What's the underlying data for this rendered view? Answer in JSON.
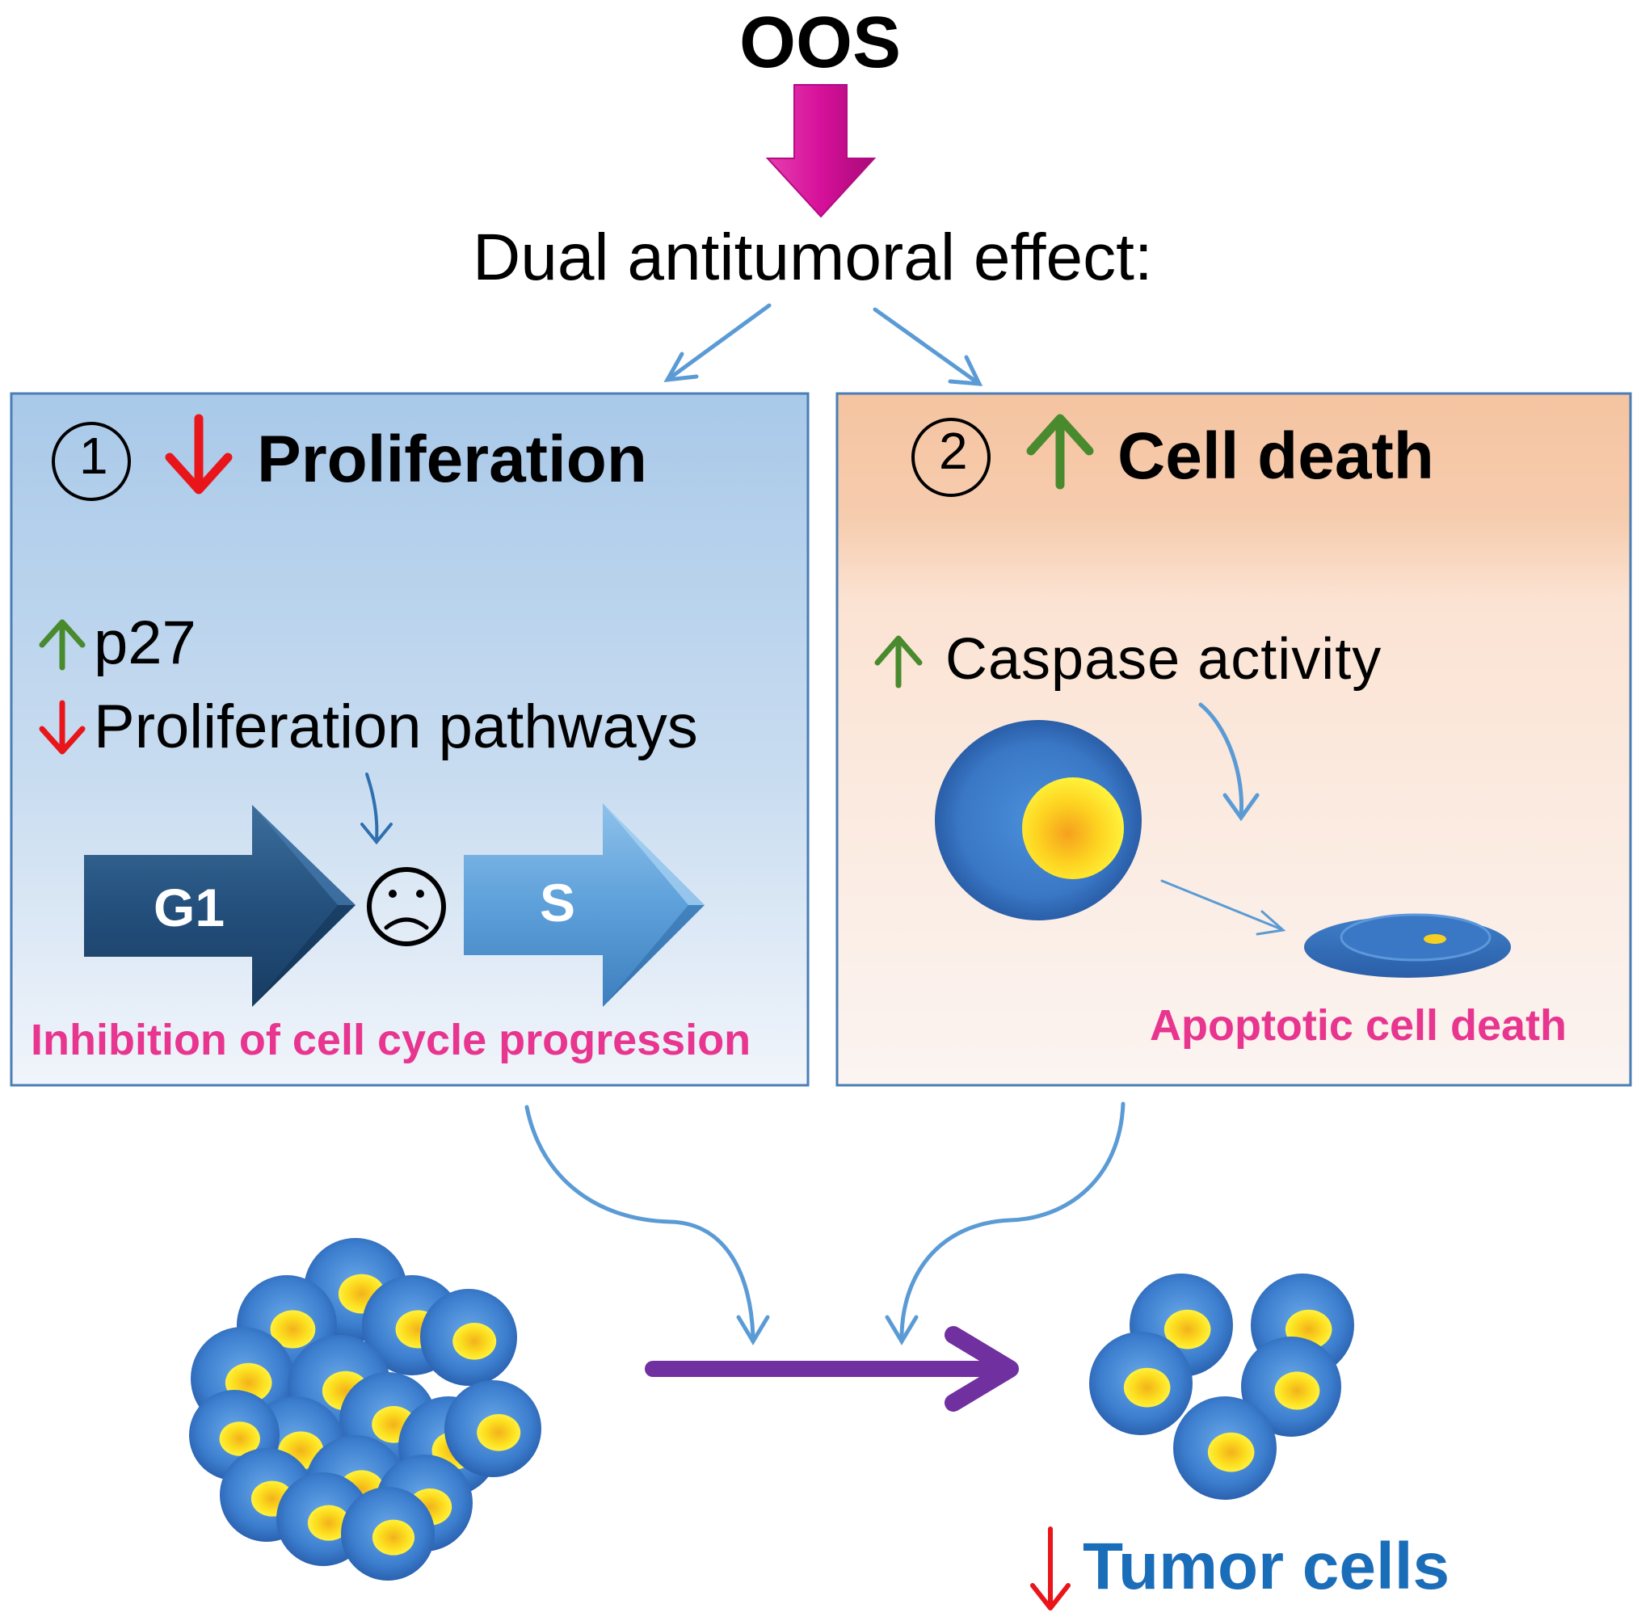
{
  "top_label": "OOS",
  "effect_label": "Dual antitumoral effect:",
  "panel_left": {
    "number": "1",
    "title": "Proliferation",
    "line1": "p27",
    "line2": "Proliferation pathways",
    "phase_from": "G1",
    "phase_to": "S",
    "caption": "Inhibition of cell cycle progression"
  },
  "panel_right": {
    "number": "2",
    "title": "Cell death",
    "line1": "Caspase activity",
    "caption": "Apoptotic cell death"
  },
  "result_label": "Tumor cells",
  "colors": {
    "up_arrow": "#4a8a2e",
    "down_arrow": "#e8161b",
    "caption": "#e8358f",
    "result": "#1a6db8",
    "main_arrow": "#d6109a",
    "flow_arrow": "#7030a0",
    "connector": "#5b9bd5"
  }
}
